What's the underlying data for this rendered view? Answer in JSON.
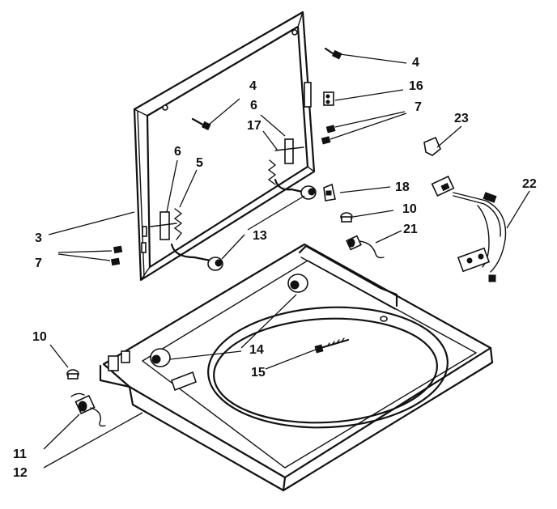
{
  "diagram": {
    "part_numbers": {
      "lid": "3",
      "lid_screw_left": "4",
      "lid_screw_right": "4",
      "spring_left": "5",
      "bracket_left": "6",
      "bracket_right": "6",
      "screws_left": "7",
      "screws_right": "7",
      "bumper_left": "10",
      "bumper_right": "10",
      "lid_switch_cam": "11",
      "top_panel": "12",
      "lid_pads": "13",
      "hinge_bushings": "14",
      "hinge_screw": "15",
      "hinge_plate": "16",
      "spring_right": "17",
      "lid_stop": "18",
      "lid_switch_spring": "21",
      "wire_harness": "22",
      "wire_clip": "23"
    }
  }
}
